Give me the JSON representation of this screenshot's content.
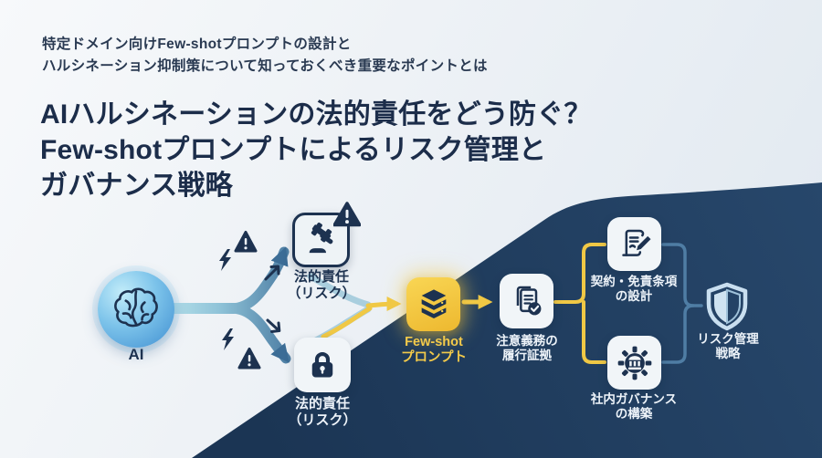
{
  "header": {
    "subtitle_line1": "特定ドメイン向けFew-shotプロンプトの設計と",
    "subtitle_line2": "ハルシネーション抑制策について知っておくべき重要なポイントとは",
    "title_line1": "AIハルシネーションの法的責任をどう防ぐ？",
    "title_line2": "Few-shotプロンプトによるリスク管理と",
    "title_line3": "ガバナンス戦略"
  },
  "diagram": {
    "nodes": {
      "ai": {
        "label": "AI",
        "icon": "brain-icon"
      },
      "legal_risk_top": {
        "label_line1": "法的責任",
        "label_line2": "（リスク）",
        "icon": "gavel-icon",
        "badge_icon": "warning-triangle-icon"
      },
      "legal_risk_bottom": {
        "label_line1": "法的責任",
        "label_line2": "（リスク）",
        "icon": "lock-icon"
      },
      "few_shot": {
        "label_line1": "Few-shot",
        "label_line2": "プロンプト",
        "icon": "layers-stack-icon"
      },
      "duty_evidence": {
        "label_line1": "注意義務の",
        "label_line2": "履行証拠",
        "icon": "document-check-icon"
      },
      "contract": {
        "label_line1": "契約・免責条項",
        "label_line2": "の設計",
        "icon": "contract-pen-icon"
      },
      "governance": {
        "label_line1": "社内ガバナンス",
        "label_line2": "の構築",
        "icon": "gear-building-icon"
      },
      "risk_strategy": {
        "label_line1": "リスク管理",
        "label_line2": "戦略",
        "icon": "shield-icon"
      }
    },
    "colors": {
      "dark_navy": "#1e3a5c",
      "navy_icon": "#1d3250",
      "accent_yellow": "#f0c845",
      "flow_cyan": "#c9eef3",
      "steel_blue": "#41719a",
      "light_steel": "#a9cede",
      "light_bg": "#eef2f6",
      "label_light": "#edf3f9"
    }
  }
}
